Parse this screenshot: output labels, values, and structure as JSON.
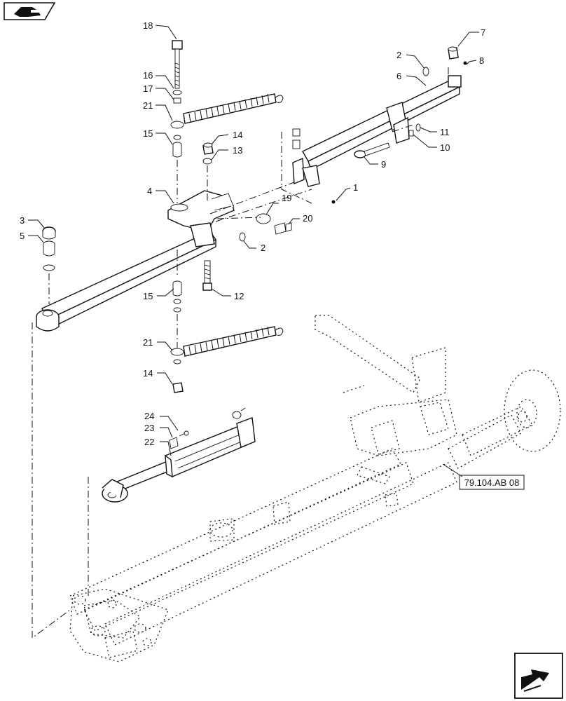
{
  "callouts": {
    "c1": "1",
    "c2a": "2",
    "c2b": "2",
    "c3": "3",
    "c4": "4",
    "c5": "5",
    "c6": "6",
    "c7": "7",
    "c8": "8",
    "c9": "9",
    "c10": "10",
    "c11": "11",
    "c12": "12",
    "c13": "13",
    "c14a": "14",
    "c14b": "14",
    "c15a": "15",
    "c15b": "15",
    "c16": "16",
    "c17": "17",
    "c18": "18",
    "c19": "19",
    "c20": "20",
    "c21a": "21",
    "c21b": "21",
    "c22": "22",
    "c23": "23",
    "c24": "24"
  },
  "reference_label": "79.104.AB 08",
  "icons": {
    "top_left": "book-hand-icon",
    "bottom_right": "navigation-arrow-icon"
  }
}
